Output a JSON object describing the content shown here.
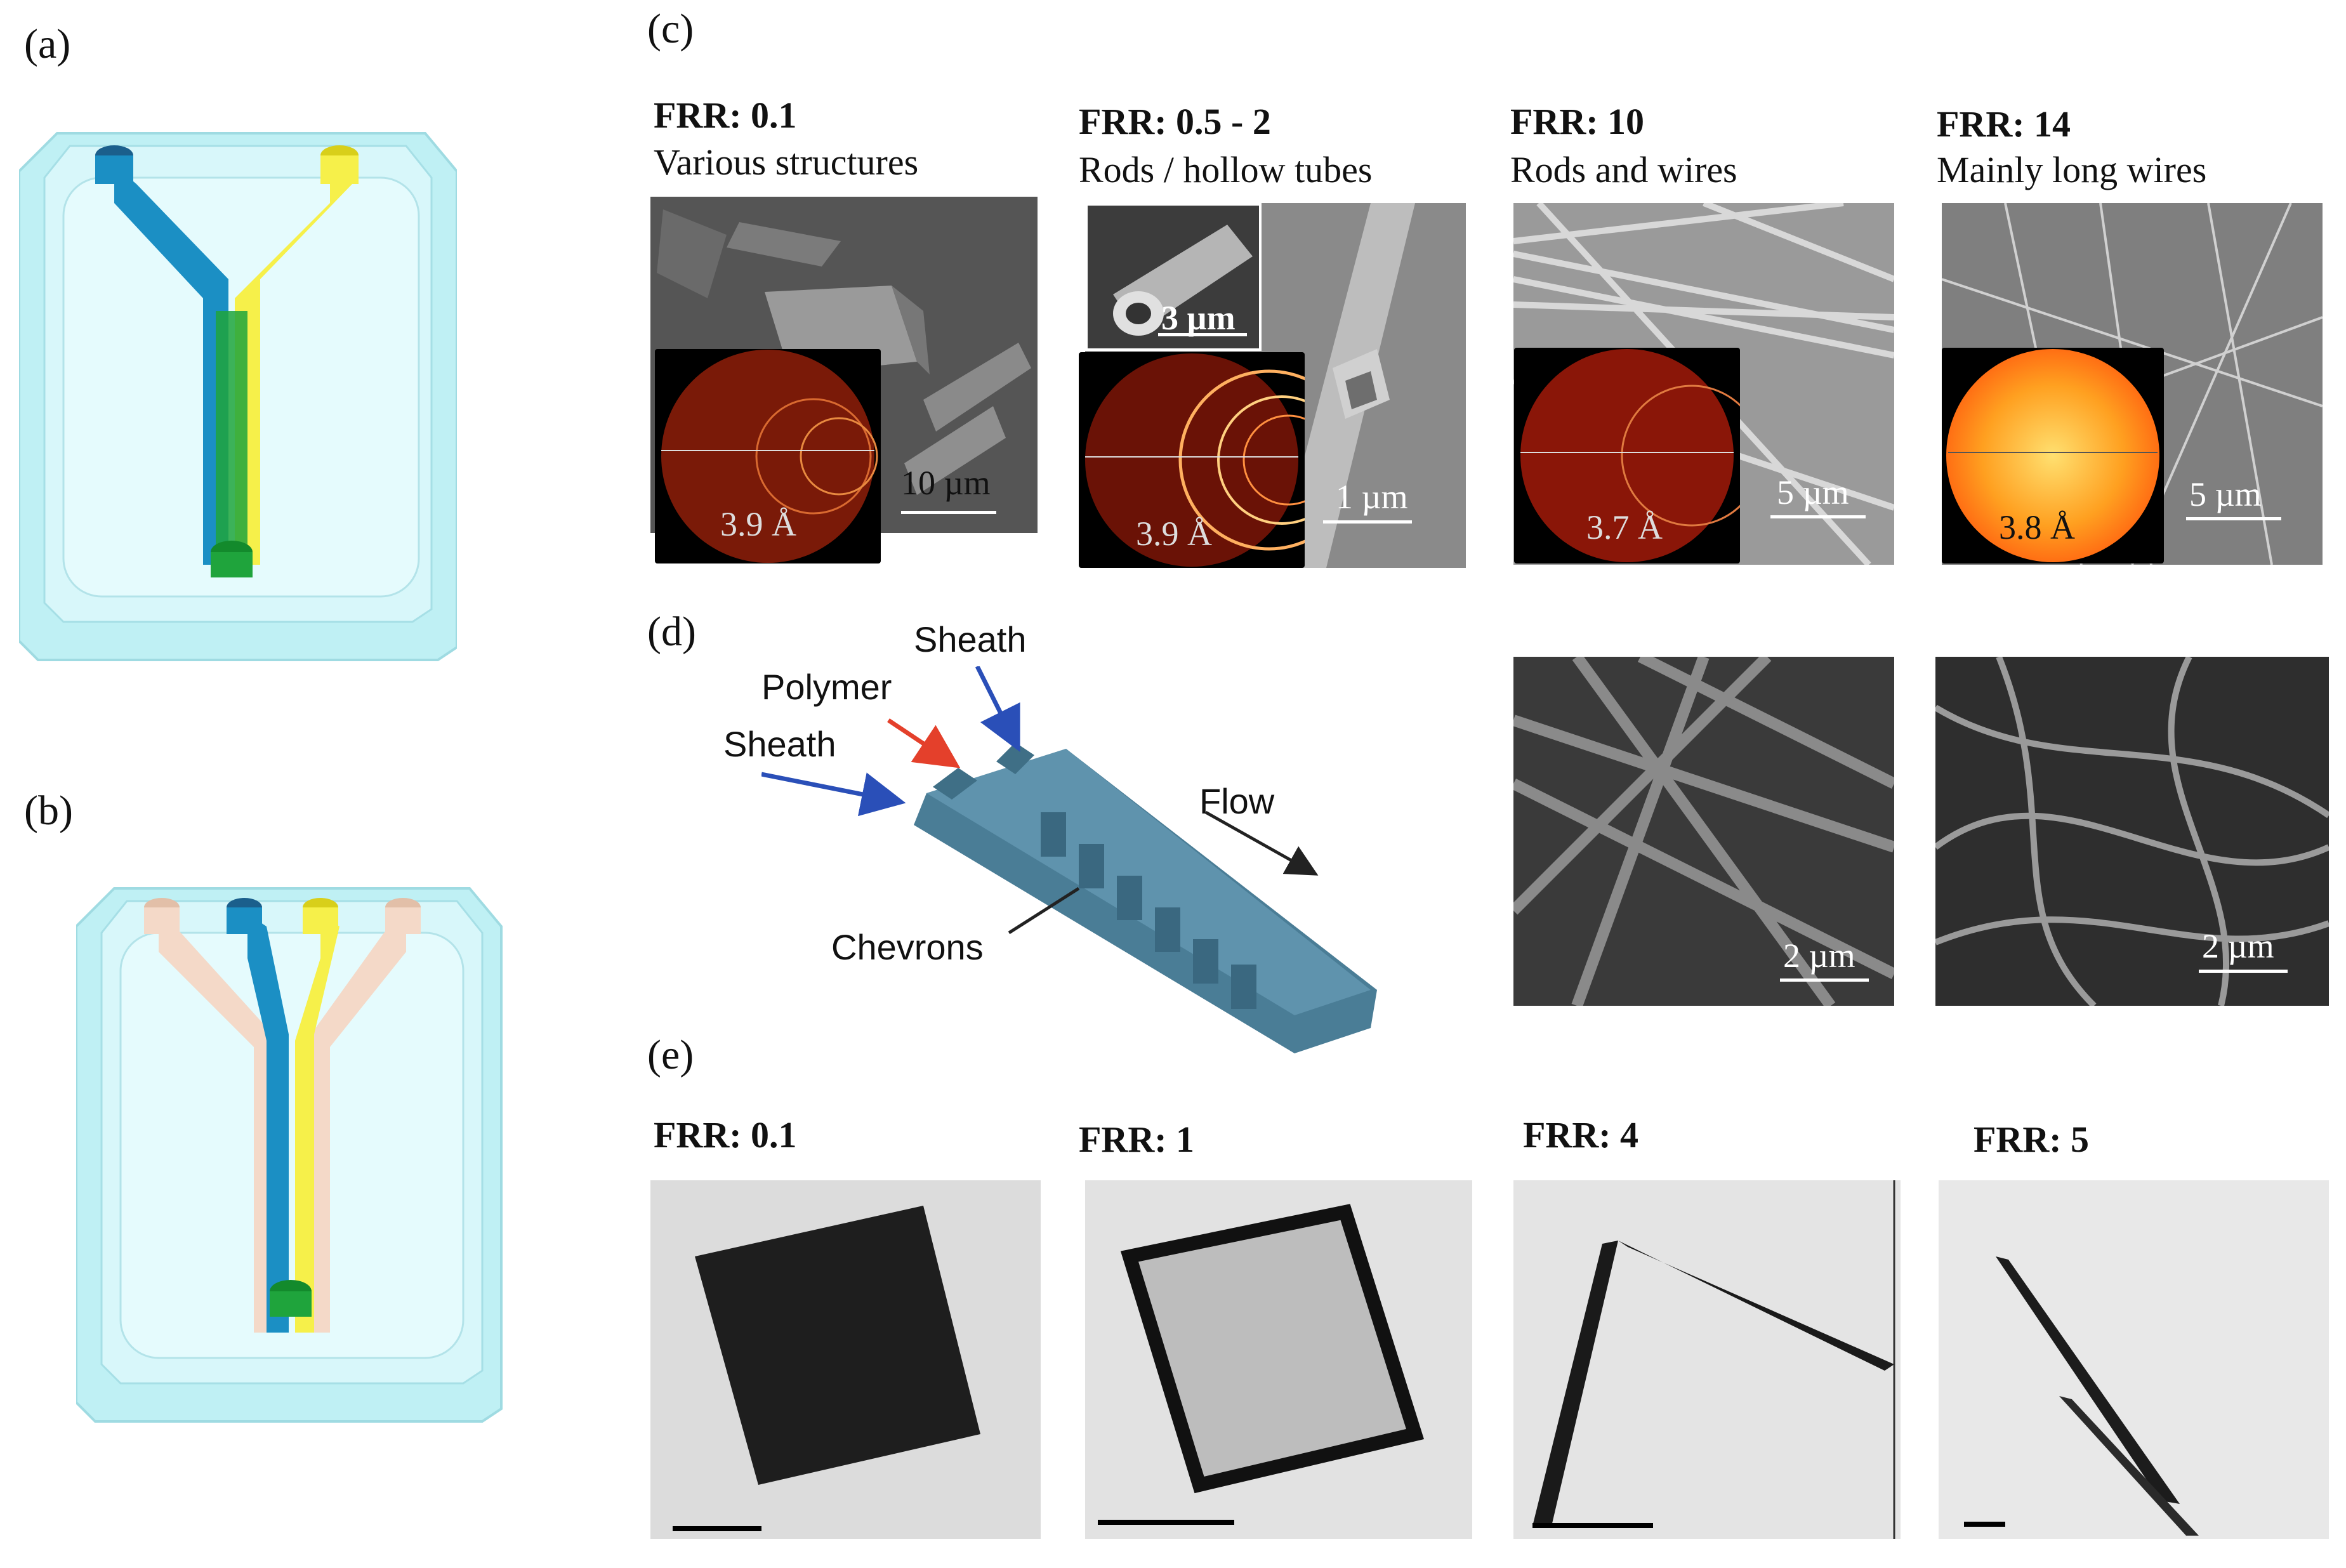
{
  "panels": {
    "a": "(a)",
    "b": "(b)",
    "c": "(c)",
    "d": "(d)",
    "e": "(e)"
  },
  "panel_c": [
    {
      "frr": "FRR: 0.1",
      "desc": "Various structures",
      "scale": "10 µm",
      "diff": "3.9 Å"
    },
    {
      "frr": "FRR: 0.5 - 2",
      "desc": "Rods / hollow tubes",
      "inset_scale": "3 µm",
      "scale": "1 µm",
      "diff": "3.9 Å"
    },
    {
      "frr": "FRR: 10",
      "desc": "Rods and wires",
      "scale": "5 µm",
      "diff": "3.7 Å"
    },
    {
      "frr": "FRR: 14",
      "desc": "Mainly long wires",
      "scale": "5 µm",
      "diff": "3.8 Å"
    }
  ],
  "panel_d": {
    "sheath_top": "Sheath",
    "polymer": "Polymer",
    "sheath_left": "Sheath",
    "flow": "Flow",
    "chevrons": "Chevrons",
    "scale_1": "2 µm",
    "scale_2": "2 µm"
  },
  "panel_e": [
    {
      "frr": "FRR: 0.1"
    },
    {
      "frr": "FRR: 1"
    },
    {
      "frr": "FRR: 4"
    },
    {
      "frr": "FRR: 5"
    }
  ],
  "colors": {
    "chip": "#bff0f4",
    "blue": "#1b8fc4",
    "yellow": "#f6f04a",
    "green": "#1fa43c",
    "peach": "#f4d9c8",
    "device": "#3f6f86",
    "arrow_blue": "#2a4fb8",
    "arrow_red": "#e4402b"
  }
}
